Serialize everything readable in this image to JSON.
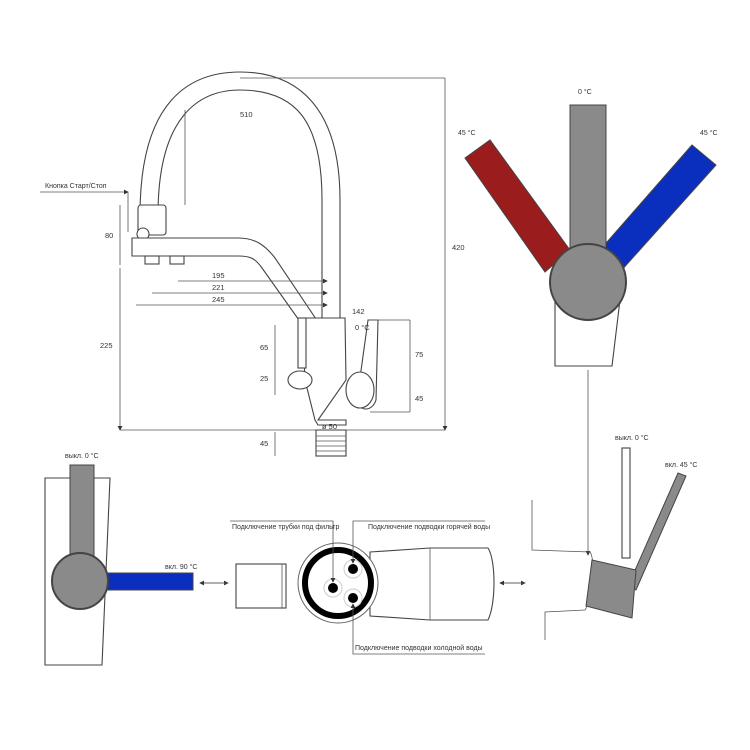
{
  "colors": {
    "hot": "#9b1c1c",
    "cold": "#0a2fbf",
    "handle": "#8a8a8a",
    "line": "#444444"
  },
  "side_view": {
    "button_label": "Кнопка Старт/Стоп",
    "dims": {
      "reach": "510",
      "height": "420",
      "button_height": "80",
      "spout_height": "225",
      "d195": "195",
      "d221": "221",
      "d245": "245",
      "d142": "142",
      "d65": "65",
      "d25": "25",
      "d75": "75",
      "d45_right": "45",
      "d45_base": "45",
      "diameter": "ø 50",
      "temp": "0 °C"
    }
  },
  "top_view": {
    "center": "0 °C",
    "left": "45 °C",
    "right": "45 °C"
  },
  "front_view": {
    "off": "выкл. 0 °C",
    "on": "вкл. 90 °C"
  },
  "bottom_view": {
    "filter": "Подключение трубки под фильтр",
    "hot": "Подключение подводки горячей воды",
    "cold": "Подключение подводки холодной воды"
  },
  "lever_view": {
    "off": "выкл. 0 °C",
    "on": "вкл. 45 °C"
  }
}
